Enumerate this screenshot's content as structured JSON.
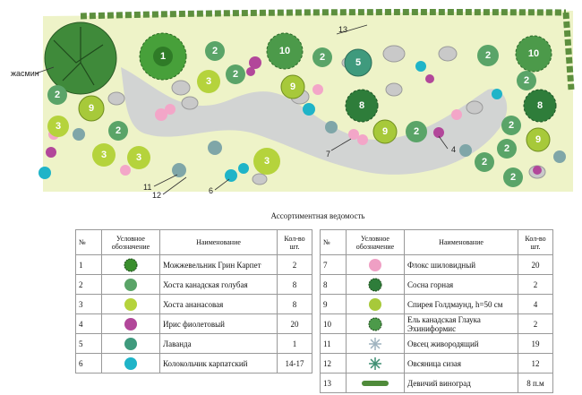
{
  "plan": {
    "side_label": "жасмин",
    "markers": [
      {
        "n": "1"
      },
      {
        "n": "2"
      },
      {
        "n": "2"
      },
      {
        "n": "3"
      },
      {
        "n": "3"
      },
      {
        "n": "10"
      },
      {
        "n": "2"
      },
      {
        "n": "5"
      },
      {
        "n": "9"
      },
      {
        "n": "8"
      },
      {
        "n": "10"
      },
      {
        "n": "2"
      },
      {
        "n": "2"
      },
      {
        "n": "9"
      },
      {
        "n": "2"
      },
      {
        "n": "3"
      },
      {
        "n": "2"
      },
      {
        "n": "3"
      },
      {
        "n": "3"
      },
      {
        "n": "3"
      },
      {
        "n": "8"
      },
      {
        "n": "2"
      },
      {
        "n": "9"
      },
      {
        "n": "2"
      },
      {
        "n": "2"
      },
      {
        "n": "2"
      },
      {
        "n": "2"
      },
      {
        "n": "2"
      },
      {
        "n": "3"
      },
      {
        "n": "2"
      },
      {
        "n": "9"
      }
    ],
    "callouts": [
      "13",
      "7",
      "4",
      "11",
      "12",
      "6"
    ]
  },
  "table_title": "Ассортиментная ведомость",
  "headers": {
    "num": "№",
    "symbol": "Условное обозначение",
    "name": "Наименование",
    "qty": "Кол-во шт."
  },
  "left_rows": [
    {
      "n": "1",
      "icon": "juniper-icon",
      "name": "Можжевельник Грин Карпет",
      "qty": "2",
      "color": "#3a8f2e"
    },
    {
      "n": "2",
      "icon": "hosta-blue-icon",
      "name": "Хоста канадская голубая",
      "qty": "8",
      "color": "#5aa468"
    },
    {
      "n": "3",
      "icon": "hosta-pineapple-icon",
      "name": "Хоста ананасовая",
      "qty": "8",
      "color": "#b5d33c"
    },
    {
      "n": "4",
      "icon": "iris-icon",
      "name": "Ирис фиолетовый",
      "qty": "20",
      "color": "#b2479a"
    },
    {
      "n": "5",
      "icon": "lavender-icon",
      "name": "Лаванда",
      "qty": "1",
      "color": "#3f9a7d"
    },
    {
      "n": "6",
      "icon": "bellflower-icon",
      "name": "Колокольчик карпатский",
      "qty": "14-17",
      "color": "#1fb4c8"
    }
  ],
  "right_rows": [
    {
      "n": "7",
      "icon": "phlox-icon",
      "name": "Флокс шиловидный",
      "qty": "20",
      "color": "#ef9fc4"
    },
    {
      "n": "8",
      "icon": "mountain-pine-icon",
      "name": "Сосна горная",
      "qty": "2",
      "color": "#2e7d3a"
    },
    {
      "n": "9",
      "icon": "spiraea-icon",
      "name": "Спирея Голдмаунд, h=50 см",
      "qty": "4",
      "color": "#a7c93a"
    },
    {
      "n": "10",
      "icon": "spruce-icon",
      "name": "Ель канадская Глаука Эхиниформис",
      "qty": "2",
      "color": "#4c9a4a"
    },
    {
      "n": "11",
      "icon": "oat-grass-icon",
      "name": "Овсец живородящий",
      "qty": "19",
      "color": "#9fb3bf"
    },
    {
      "n": "12",
      "icon": "fescue-icon",
      "name": "Овсяница сизая",
      "qty": "12",
      "color": "#3f8f73"
    },
    {
      "n": "13",
      "icon": "virginia-creeper-icon",
      "name": "Девичий виноград",
      "qty": "8 п.м",
      "color": "#4f8b3a"
    }
  ]
}
